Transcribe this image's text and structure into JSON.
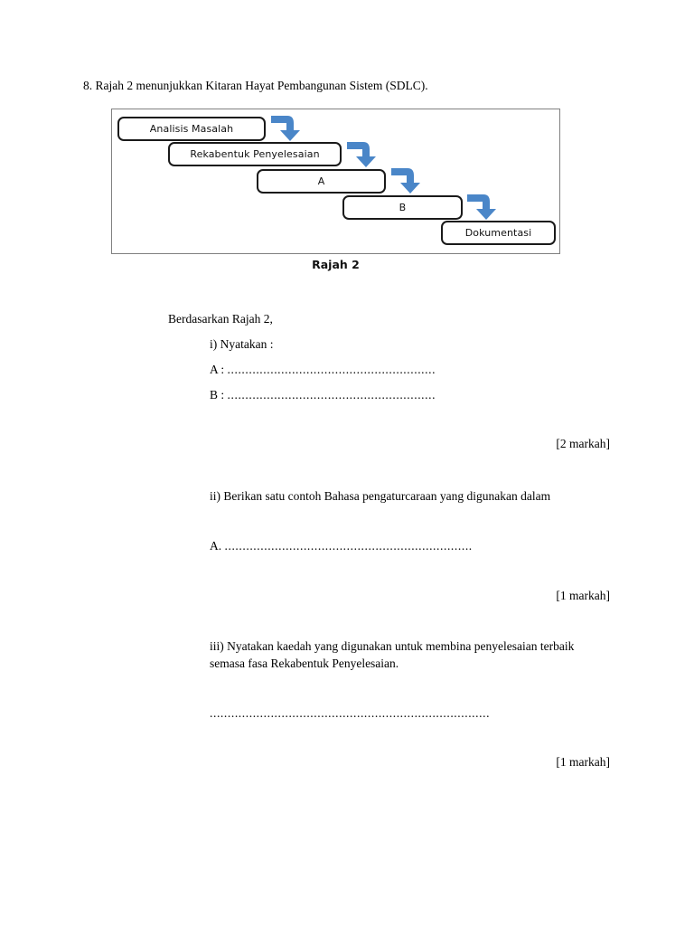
{
  "page": {
    "question_number_text": "8. Rajah 2 menunjukkan Kitaran Hayat Pembangunan Sistem (SDLC).",
    "figure_caption": "Rajah 2",
    "intro": "Berdasarkan Rajah 2,"
  },
  "diagram": {
    "name": "sdlc-waterfall",
    "arrow_color": "#4a86c8",
    "box_border_color": "#1a1a1a",
    "frame_border_color": "#808080",
    "boxes": [
      {
        "label": "Analisis Masalah"
      },
      {
        "label": "Rekabentuk Penyelesaian"
      },
      {
        "label": "A"
      },
      {
        "label": "B"
      },
      {
        "label": "Dokumentasi"
      }
    ],
    "arrows": [
      {
        "name": "arrow-1"
      },
      {
        "name": "arrow-2"
      },
      {
        "name": "arrow-3"
      },
      {
        "name": "arrow-4"
      }
    ]
  },
  "questions": {
    "i": {
      "prompt": "i) Nyatakan :",
      "answer_a_label": "A :",
      "answer_a_dots": "..........................................................",
      "answer_b_label": "B :",
      "answer_b_dots": "..........................................................",
      "marks": "[2 markah]"
    },
    "ii": {
      "prompt": "ii) Berikan satu contoh Bahasa pengaturcaraan yang digunakan dalam",
      "answer_label": "A.",
      "answer_dots": ".....................................................................",
      "marks": "[1 markah]"
    },
    "iii": {
      "prompt": "iii) Nyatakan kaedah yang digunakan untuk membina penyelesaian terbaik semasa fasa Rekabentuk Penyelesaian.",
      "answer_dots": "..............................................................................",
      "marks": "[1 markah]"
    }
  }
}
